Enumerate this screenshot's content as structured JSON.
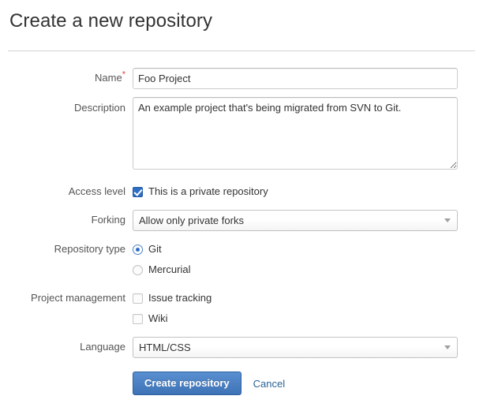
{
  "header": {
    "title": "Create a new repository"
  },
  "form": {
    "name": {
      "label": "Name",
      "required_marker": "*",
      "value": "Foo Project",
      "placeholder": ""
    },
    "description": {
      "label": "Description",
      "value": "An example project that's being migrated from SVN to Git.",
      "placeholder": ""
    },
    "access_level": {
      "label": "Access level",
      "checkbox_label": "This is a private repository",
      "checked": true
    },
    "forking": {
      "label": "Forking",
      "selected": "Allow only private forks",
      "options": [
        "Allow only private forks"
      ]
    },
    "repository_type": {
      "label": "Repository type",
      "selected": "Git",
      "options": [
        {
          "label": "Git",
          "selected": true
        },
        {
          "label": "Mercurial",
          "selected": false
        }
      ]
    },
    "project_management": {
      "label": "Project management",
      "options": [
        {
          "label": "Issue tracking",
          "checked": false
        },
        {
          "label": "Wiki",
          "checked": false
        }
      ]
    },
    "language": {
      "label": "Language",
      "selected": "HTML/CSS",
      "options": [
        "HTML/CSS"
      ]
    },
    "actions": {
      "submit_label": "Create repository",
      "cancel_label": "Cancel"
    }
  },
  "colors": {
    "accent_blue": "#3d72b6",
    "link_blue": "#2a6496",
    "required_red": "#d94032",
    "label_gray": "#555555",
    "border_gray": "#cccccc"
  }
}
